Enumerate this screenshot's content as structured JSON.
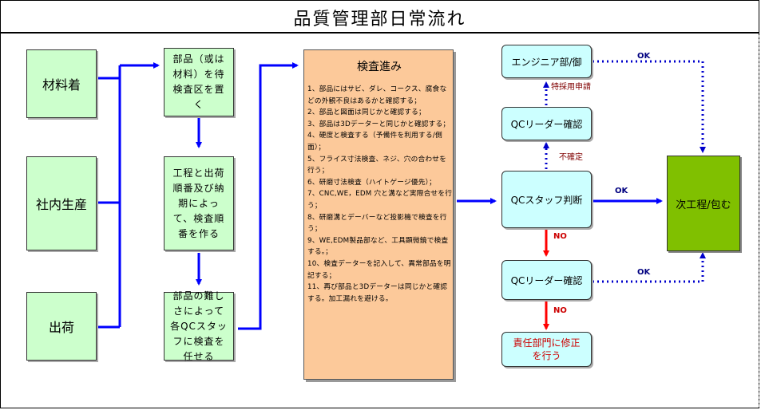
{
  "title": "品質管理部日常流れ",
  "sources": {
    "material": "材料着",
    "inhouse": "社内生産",
    "shipment": "出荷"
  },
  "steps": {
    "place": "部品（或は材料）を待検査区を置く",
    "order": "工程と出荷順番及び納期によって、検査順番を作る",
    "assign": "部品の難しさによって 各QCスタッフに検査を任せる"
  },
  "checks": {
    "title": "検査進み",
    "items": [
      "1、部品にはサビ、ダレ、コークス、腐食などの外観不良はあるかと確認する；",
      "2、部品と図面は同じかと確認する；",
      "3、部品は3Dデーターと同じかと確認する；",
      "4、硬度と検査する（予備件を利用する/側面）；",
      "5、フライス寸法検査、ネジ、穴の合わせを行う；",
      "6、研磨寸法検査（ハイトゲージ優先）；",
      "7、CNC,WE，EDM 穴と溝など実際合せを行う；",
      "8、研磨溝とデーバーなど投影機で検査を行う；",
      "9、WE,EDM製品部など、工具顕微鏡で検査する。；",
      "10、検査データーを記入して、異常部品を明記する；",
      "11、再び部品と3Dデーターは同じかと確認する。加工漏れを避ける。"
    ]
  },
  "nodes": {
    "engineer": "エンジニア部/御",
    "qc_leader_top": "QCリーダー確認",
    "qc_staff": "QCスタッフ判断",
    "qc_leader_bottom": "QCリーダー確認",
    "responsible": "責任部門に修正を行う",
    "next": "次工程/包む"
  },
  "labels": {
    "special_request": "特採用申請",
    "uncertain": "不確定",
    "ok_engineer": "OK",
    "ok_staff": "OK",
    "ok_leader": "OK",
    "no_staff": "NO",
    "no_leader": "NO"
  },
  "colors": {
    "arrow_solid": "#0000ff",
    "arrow_no": "#ff0000",
    "arrow_dotted": "#0000cc",
    "step_fill": "#ccffcc",
    "checks_fill": "#fcc99a",
    "node_fill": "#ccffff",
    "final_fill": "#80c000",
    "responsible_text": "#cc0000"
  }
}
